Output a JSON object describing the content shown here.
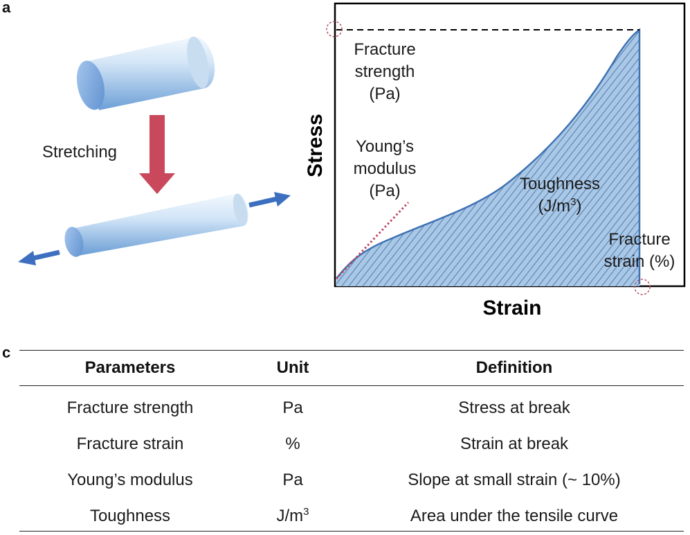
{
  "panel_a": {
    "letter": "a",
    "stretching_label": "Stretching"
  },
  "chart": {
    "y_axis_title": "Stress",
    "x_axis_title": "Strain",
    "annotations": {
      "fracture_strength": [
        "Fracture",
        "strength",
        "(Pa)"
      ],
      "youngs_modulus": [
        "Young’s",
        "modulus",
        "(Pa)"
      ],
      "toughness_line1": "Toughness",
      "toughness_unit_base": "(J/m",
      "toughness_unit_sup": "3",
      "toughness_unit_end": ")",
      "fracture_strain": [
        "Fracture",
        "strain (%)"
      ]
    }
  },
  "panel_c": {
    "letter": "c",
    "headers": [
      "Parameters",
      "Unit",
      "Definition"
    ],
    "rows": [
      {
        "parameter": "Fracture strength",
        "unit": "Pa",
        "unit_sup": "",
        "definition": "Stress at break"
      },
      {
        "parameter": "Fracture strain",
        "unit": "%",
        "unit_sup": "",
        "definition": "Strain at break"
      },
      {
        "parameter": "Young’s modulus",
        "unit": "Pa",
        "unit_sup": "",
        "definition": "Slope at small strain (~ 10%)"
      },
      {
        "parameter": "Toughness",
        "unit": "J/m",
        "unit_sup": "3",
        "definition": "Area under the tensile curve"
      }
    ]
  },
  "colors": {
    "cylinder_light": "#dbeaf8",
    "cylinder_dark": "#6fa0d6",
    "down_arrow": "#c9485b",
    "side_arrow": "#3d6fc0",
    "area_fill": "#a9c7e6",
    "area_hatch": "#3d6a98",
    "curve": "#3e72b4",
    "modulus_line": "#c0405a",
    "marker_circle": "#b85060"
  }
}
